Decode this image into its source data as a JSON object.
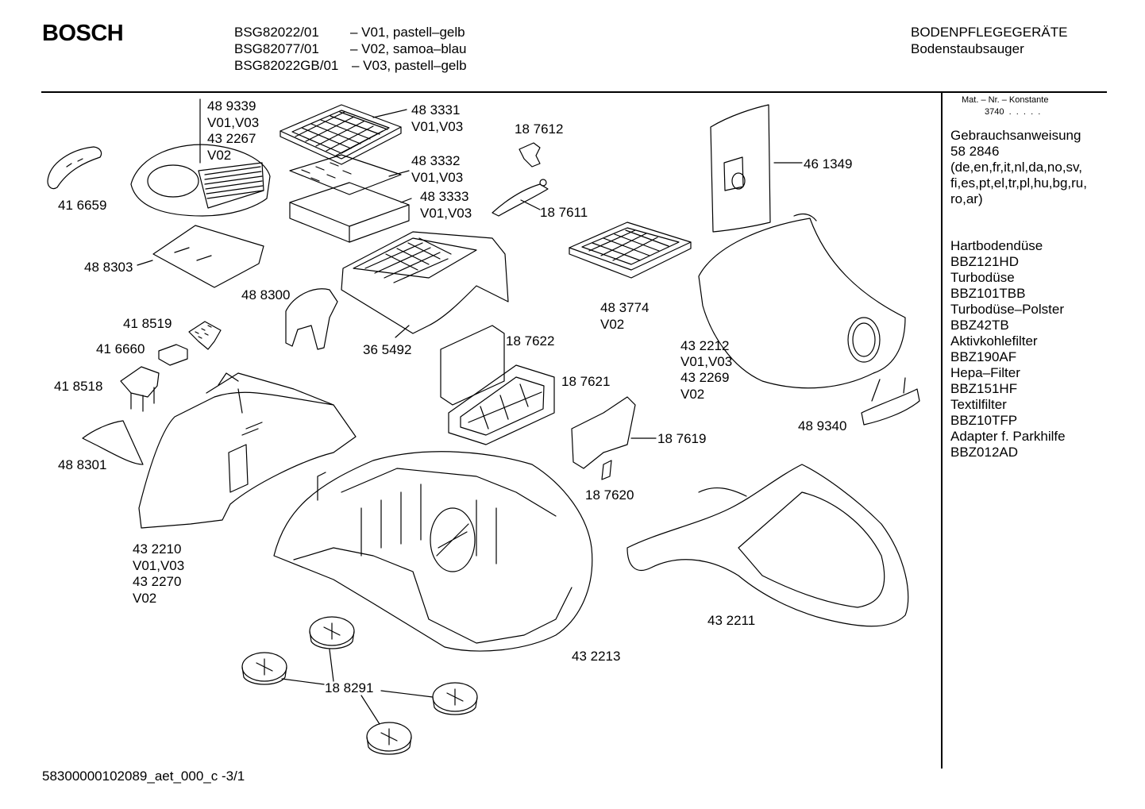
{
  "header": {
    "brand": "BOSCH",
    "models": [
      {
        "code": "BSG82022/01",
        "variant": "– V01, pastell–gelb"
      },
      {
        "code": "BSG82077/01",
        "variant": "– V02, samoa–blau"
      },
      {
        "code": "BSG82022GB/01",
        "variant": "– V03, pastell–gelb"
      }
    ],
    "category": "BODENPFLEGEGERÄTE",
    "subcategory": "Bodenstaubsauger"
  },
  "sidebar": {
    "mat_label": "Mat. – Nr. – Konstante",
    "mat_value": "3740  .  .  .  .  .",
    "manual_lines": [
      "Gebrauchsanweisung",
      "58 2846",
      "(de,en,fr,it,nl,da,no,sv,",
      "fi,es,pt,el,tr,pl,hu,bg,ru,",
      "ro,ar)"
    ],
    "accessory_lines": [
      "Hartbodendüse",
      "BBZ121HD",
      "Turbodüse",
      "BBZ101TBB",
      "Turbodüse–Polster",
      "BBZ42TB",
      "Aktivkohlefilter",
      "BBZ190AF",
      "Hepa–Filter",
      "BBZ151HF",
      "Textilfilter",
      "BBZ10TFP",
      "Adapter f. Parkhilfe",
      "BBZ012AD"
    ]
  },
  "parts": {
    "p489339": [
      "48 9339",
      "V01,V03",
      "43 2267",
      "V02"
    ],
    "p483331": [
      "48 3331",
      "V01,V03"
    ],
    "p483332": [
      "48 3332",
      "V01,V03"
    ],
    "p483333": [
      "48 3333",
      "V01,V03"
    ],
    "p187612": "18 7612",
    "p187611": "18 7611",
    "p461349": "46 1349",
    "p416659": "41 6659",
    "p488303": "48 8303",
    "p488300": "48 8300",
    "p365492": "36 5492",
    "p483774": [
      "48 3774",
      "V02"
    ],
    "p432212": [
      "43 2212",
      "V01,V03",
      "43 2269",
      "V02"
    ],
    "p418519": "41 8519",
    "p416660": "41 6660",
    "p187622": "18 7622",
    "p418518": "41 8518",
    "p187621": "18 7621",
    "p489340": "48 9340",
    "p187619": "18 7619",
    "p488301": "48 8301",
    "p187620": "18 7620",
    "p432210": [
      "43 2210",
      "V01,V03",
      "43 2270",
      "V02"
    ],
    "p432211": "43 2211",
    "p432213": "43 2213",
    "p188291": "18 8291"
  },
  "footer": {
    "doc_id": "58300000102089_aet_000_c -3/1"
  }
}
